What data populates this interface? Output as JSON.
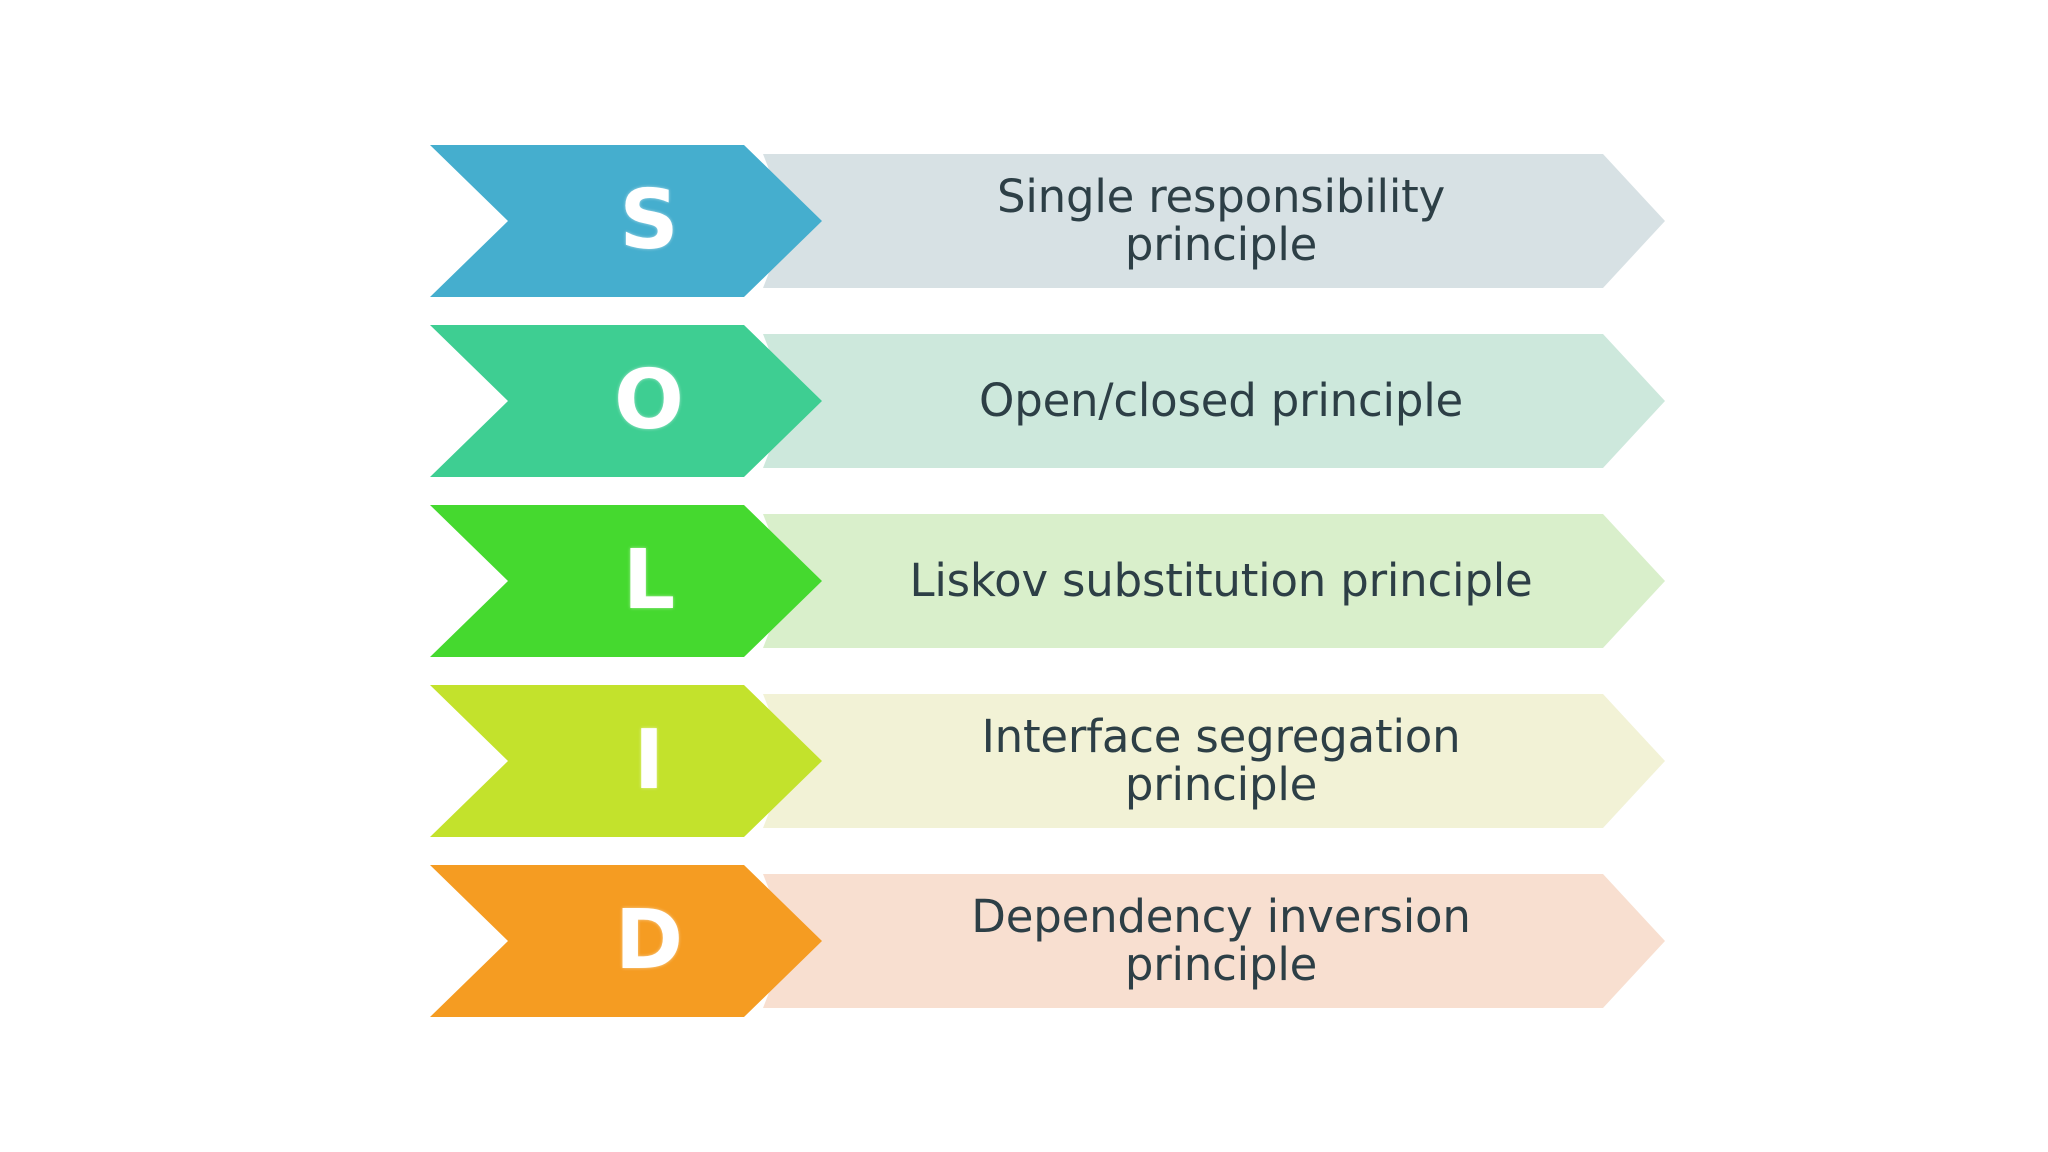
{
  "diagram": {
    "type": "chevron-list",
    "acronym": "SOLID",
    "background_color": "#ffffff",
    "text_color": "#2d3f46",
    "letter_color": "#ffffff",
    "rows": [
      {
        "letter": "S",
        "label": "Single responsibility\nprinciple",
        "chevron_color": "#45aece",
        "band_color": "#d7e1e4"
      },
      {
        "letter": "O",
        "label": "Open/closed principle",
        "chevron_color": "#3ece92",
        "band_color": "#cde8dc"
      },
      {
        "letter": "L",
        "label": "Liskov substitution principle",
        "chevron_color": "#45d92f",
        "band_color": "#d9efcb"
      },
      {
        "letter": "I",
        "label": "Interface segregation\nprinciple",
        "chevron_color": "#c3e22c",
        "band_color": "#f2f2d6"
      },
      {
        "letter": "D",
        "label": "Dependency inversion\nprinciple",
        "chevron_color": "#f59c22",
        "band_color": "#f8dfd0"
      }
    ]
  }
}
